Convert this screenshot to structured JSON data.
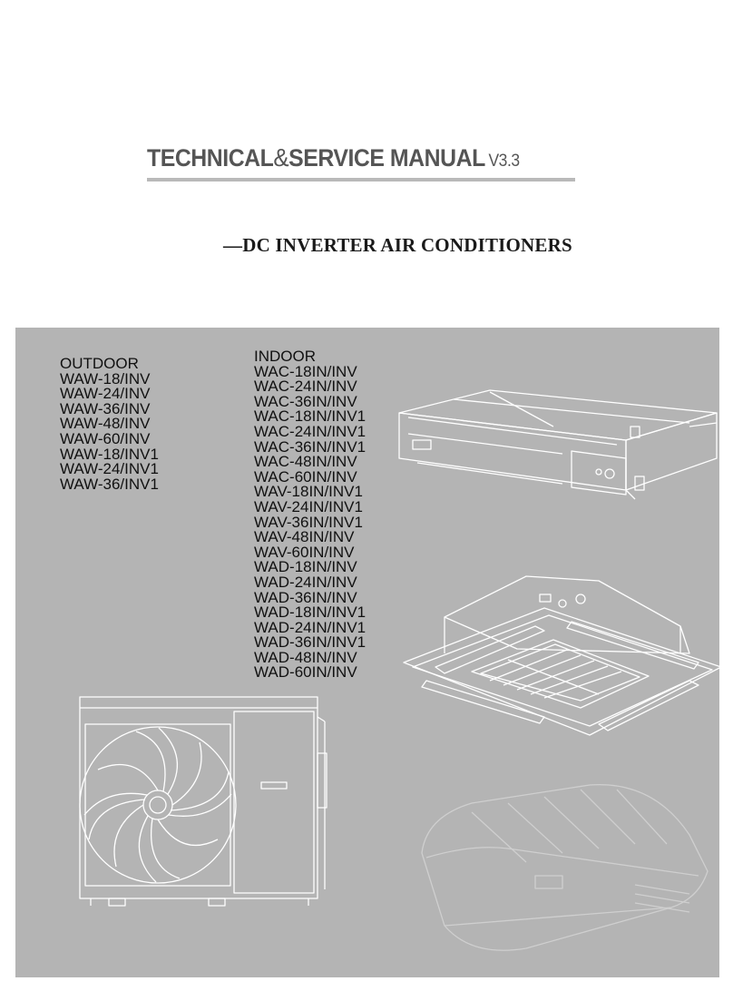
{
  "header": {
    "title": "TECHNICAL",
    "title_amp": "&",
    "title_rest": "SERVICE MANUAL",
    "version": "V3.3",
    "subtitle": "—DC INVERTER AIR CONDITIONERS"
  },
  "outdoor": {
    "heading": "OUTDOOR",
    "models": [
      "WAW-18/INV",
      "WAW-24/INV",
      "WAW-36/INV",
      "WAW-48/INV",
      "WAW-60/INV",
      "WAW-18/INV1",
      "WAW-24/INV1",
      "WAW-36/INV1"
    ]
  },
  "indoor": {
    "heading": "INDOOR",
    "models": [
      "WAC-18IN/INV",
      "WAC-24IN/INV",
      "WAC-36IN/INV",
      "WAC-18IN/INV1",
      "WAC-24IN/INV1",
      "WAC-36IN/INV1",
      "WAC-48IN/INV",
      "WAC-60IN/INV",
      "WAV-18IN/INV1",
      "WAV-24IN/INV1",
      "WAV-36IN/INV1",
      "WAV-48IN/INV",
      "WAV-60IN/INV",
      "WAD-18IN/INV",
      "WAD-24IN/INV",
      "WAD-36IN/INV",
      "WAD-18IN/INV1",
      "WAD-24IN/INV1",
      "WAD-36IN/INV1",
      "WAD-48IN/INV",
      "WAD-60IN/INV"
    ]
  },
  "colors": {
    "panel": "#b4b4b4",
    "title": "#555555",
    "rule": "#b9b9b9",
    "line_art": "#ffffff"
  }
}
